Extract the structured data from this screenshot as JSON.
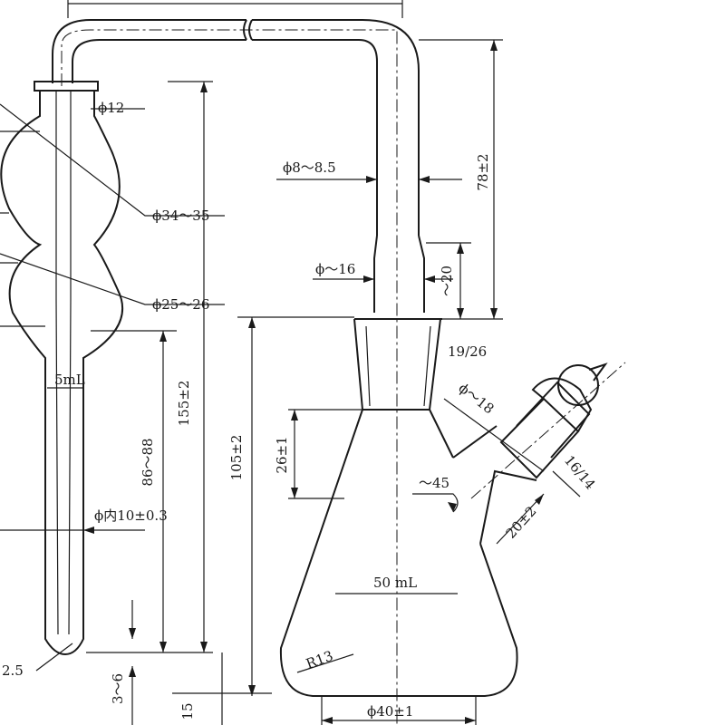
{
  "labels": {
    "d12": "ϕ12",
    "d34": "ϕ34～35",
    "d25": "ϕ25～26",
    "vol5": "5mL",
    "len155": "155±2",
    "len8688": "86～88",
    "din10": "ϕ内10±0.3",
    "d25b": "2.5",
    "len36": "3～6",
    "d885": "ϕ8～8.5",
    "d16": "ϕ～16",
    "len20": "～20",
    "len78": "78±2",
    "joint1926": "19/26",
    "len105": "105±2",
    "len261": "26±1",
    "d18": "ϕ～18",
    "ang45": "～45",
    "joint1614": "16/14",
    "len202": "20±2",
    "vol50": "50 mL",
    "r13": "R13",
    "d40": "ϕ40±1",
    "len15": "15"
  }
}
